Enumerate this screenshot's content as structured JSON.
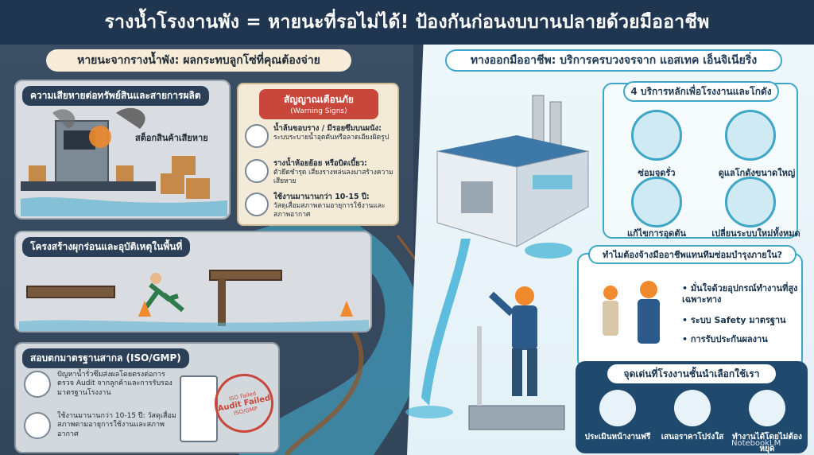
{
  "header": {
    "title": "รางน้ำโรงงานพัง = หายนะที่รอไม่ได้! ป้องกันก่อนงบบานปลายด้วยมืออาชีพ"
  },
  "left": {
    "banner": "หายนะจากรางน้ำพัง: ผลกระทบลูกโซ่ที่คุณต้องจ่าย",
    "loss_card": {
      "title": "ความเสียหายต่อทรัพย์สินและสายการผลิต",
      "label": "สต็อกสินค้าเสียหาย"
    },
    "warning": {
      "title": "สัญญาณเตือนภัย",
      "subtitle": "(Warning Signs)",
      "items": [
        {
          "head": "น้ำล้นขอบราง / มีรอยซึมบนผนัง:",
          "body": "ระบบระบายน้ำอุดตันหรือลาดเอียงผิดรูป"
        },
        {
          "head": "รางน้ำห้อยย้อย หรือบิดเบี้ยว:",
          "body": "ตัวยึดชำรุด เสี่ยงรางหล่นลงมาสร้างความเสียหาย"
        },
        {
          "head": "ใช้งานมานานกว่า 10-15 ปี:",
          "body": "วัสดุเสื่อมสภาพตามอายุการใช้งานและสภาพอากาศ"
        }
      ]
    },
    "structure_card": {
      "title": "โครงสร้างผุกร่อนและอุบัติเหตุในพื้นที่"
    },
    "iso_card": {
      "title": "สอบตกมาตรฐานสากล (ISO/GMP)",
      "items": [
        "ปัญหาน้ำรั่วซึมส่งผลโดยตรงต่อการตรวจ Audit จากลูกค้าและการรับรองมาตรฐานโรงงาน",
        "ใช้งานมานานกว่า 10-15 ปี: วัสดุเสื่อมสภาพตามอายุการใช้งานและสภาพอากาศ"
      ],
      "stamp": "Audit Failed",
      "stamp_small_top": "ISO Failed",
      "stamp_small_bottom": "ISO/GMP"
    }
  },
  "right": {
    "banner": "ทางออกมืออาชีพ: บริการครบวงจรจาก แอสเทค เอ็นจิเนียริ่ง",
    "services": {
      "title": "4 บริการหลักเพื่อโรงงานและโกดัง",
      "items": [
        "ซ่อมจุดรั่ว",
        "ดูแลโกดังขนาดใหญ่",
        "แก้ไขการอุดตัน",
        "เปลี่ยนระบบใหม่ทั้งหมด"
      ]
    },
    "why": {
      "title": "ทำไมต้องจ้างมืออาชีพแทนทีมซ่อมบำรุงภายใน?",
      "items": [
        "มั่นใจด้วยอุปกรณ์ทำงานที่สูงเฉพาะทาง",
        "ระบบ Safety มาตรฐาน",
        "การรับประกันผลงาน"
      ]
    },
    "features": {
      "title": "จุดเด่นที่โรงงานชั้นนำเลือกใช้เรา",
      "items": [
        "ประเมินหน้างานฟรี",
        "เสนอราคาโปร่งใส",
        "ทำงานได้โดยไม่ต้องหยุด"
      ]
    }
  },
  "watermark": "NotebookLM",
  "colors": {
    "navy": "#1f3550",
    "accent": "#3ea6c6",
    "alert": "#c9463a",
    "water": "#4fb7d8"
  }
}
